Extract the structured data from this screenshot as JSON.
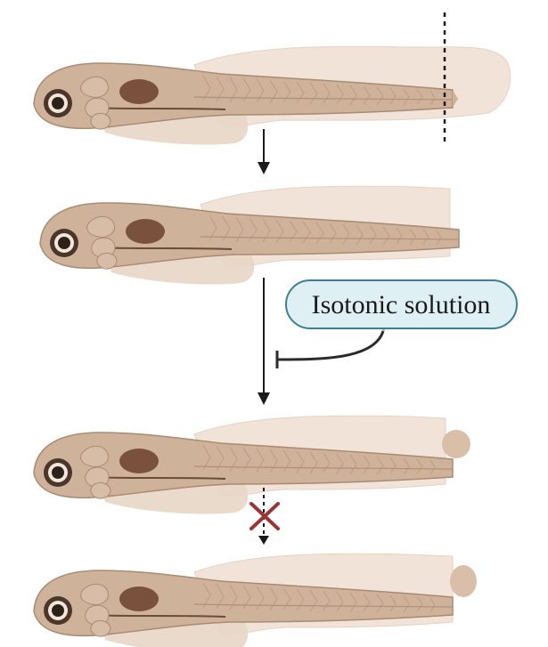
{
  "diagram": {
    "label": {
      "text": "Isotonic solution"
    },
    "stages": [
      {
        "id": "intact-larva",
        "tail": "intact"
      },
      {
        "id": "amputated-larva",
        "tail": "amputated"
      },
      {
        "id": "wound-bleb-larva",
        "tail": "bleb"
      },
      {
        "id": "no-regeneration-larva",
        "tail": "bleb"
      }
    ],
    "colors": {
      "fin": "#f1e3d8",
      "fin_edge": "#e6d2c4",
      "body": "#cfb29a",
      "body_outline": "#a98a72",
      "head": "#c9a98f",
      "yolk": "#7a513c",
      "eye_outer": "#4a372a",
      "eye_ring": "#f2e6da",
      "eye_inner": "#2e2218",
      "arrow": "#1a1a1a",
      "inhibit_line": "#2b2b2b",
      "inhibit_fade": "#b8b8b8",
      "label_fill": "#dff0f5",
      "label_stroke": "#3f7f93",
      "cross": "#9b3535",
      "bleb": "#d9bfa8"
    },
    "icons": {
      "cut_marker": "dashed-cut-line",
      "blocked": "x-cross-icon"
    }
  }
}
